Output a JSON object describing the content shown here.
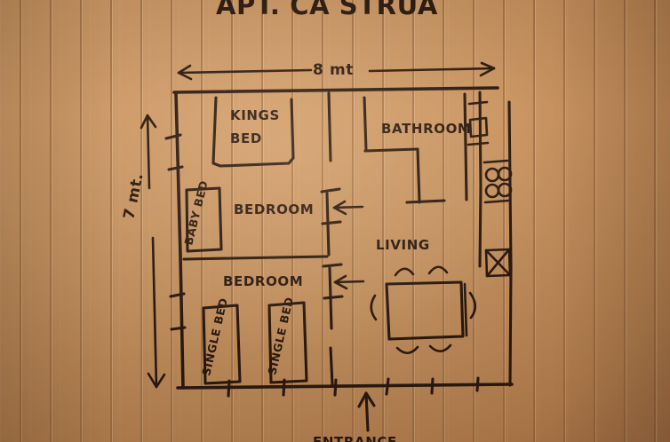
{
  "document": {
    "medium": "hand-drawn floor plan sketch on tan ruled notepad paper",
    "paper_color": "#c99562",
    "ink_color": "#2b1a11",
    "title": "APT. CA STRUA",
    "title_note": "cropped at top edge"
  },
  "dimensions": {
    "width_label": "8 mt",
    "height_label": "7 mt."
  },
  "rooms": [
    {
      "id": "bedroom-king",
      "label": "BEDROOM",
      "furniture_label": "KINGS BED"
    },
    {
      "id": "bedroom-singles",
      "label": "BEDROOM",
      "furniture_label_1": "SINGLE BED",
      "furniture_label_2": "SINGLE BED"
    },
    {
      "id": "bathroom",
      "label": "BATHROOM"
    },
    {
      "id": "living",
      "label": "LIVING"
    }
  ],
  "furniture": {
    "kings_bed": "KINGS BED",
    "baby_bed": "BABY BED",
    "single_bed_left": "SINGLE BED",
    "single_bed_right": "SINGLE BED"
  },
  "labels": {
    "bedroom_top": "BEDROOM",
    "bedroom_bottom": "BEDROOM",
    "bathroom": "BATHROOM",
    "living": "LIVING",
    "entrance": "ENTRANCE",
    "entrance_note": "cropped at bottom edge"
  },
  "annotations": {
    "entrance_arrow": "arrow pointing up into the plan from the bottom wall",
    "door_arrows": "two arrows on the central wall marking bedroom doors",
    "window_ticks": "tick marks along left, bottom and top walls",
    "balcony": "narrow strip at right with circular seats and an X-marked square"
  }
}
